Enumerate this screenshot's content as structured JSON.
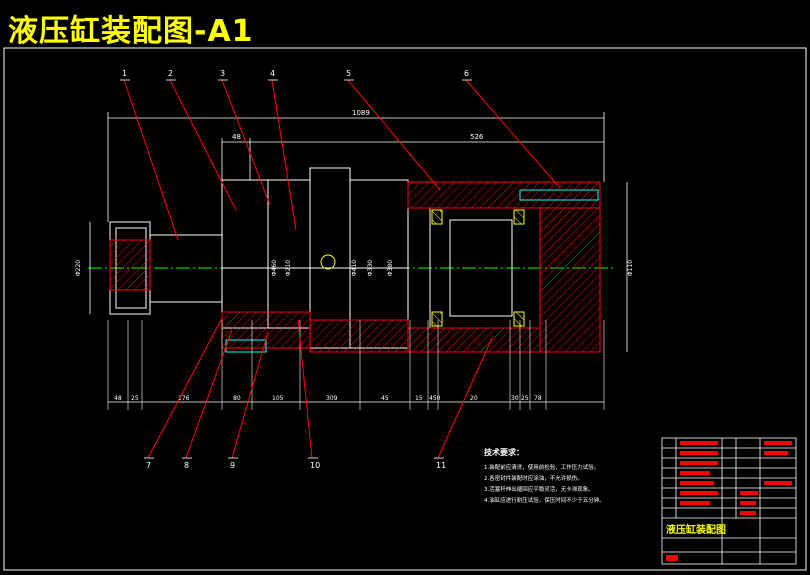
{
  "title": "液压缸装配图-A1",
  "part_numbers": [
    "1",
    "2",
    "3",
    "4",
    "5",
    "6",
    "7",
    "8",
    "9",
    "10",
    "11"
  ],
  "overall_dimension": "1089",
  "top_dimensions": [
    "48",
    "526"
  ],
  "bottom_dimensions": [
    "48",
    "25",
    "176",
    "80",
    "105",
    "309",
    "45",
    "15",
    "450",
    "20",
    "30",
    "25",
    "78"
  ],
  "diameter_labels": [
    "Φ220",
    "Φ110",
    "Φ460",
    "Φ210",
    "Φ410",
    "Φ330",
    "Φ380"
  ],
  "tech_req_title": "技术要求：",
  "tech_req_items": [
    "1.装配前应清洗，使用前检验，工作压力试验。",
    "2.各密封件装配时应涂油，不允许损伤。",
    "3.活塞杆伸出缩回应平稳灵活，无卡滞现象。",
    "4.油缸应进行耐压试验，保压时间不少于五分钟。"
  ],
  "title_block_caption": "液压缸装配图",
  "colors": {
    "line": "#ffffff",
    "red": "#ff0000",
    "yellow": "#ffff00",
    "green": "#00ff00",
    "cyan": "#00ffff",
    "magenta": "#ff00ff"
  }
}
